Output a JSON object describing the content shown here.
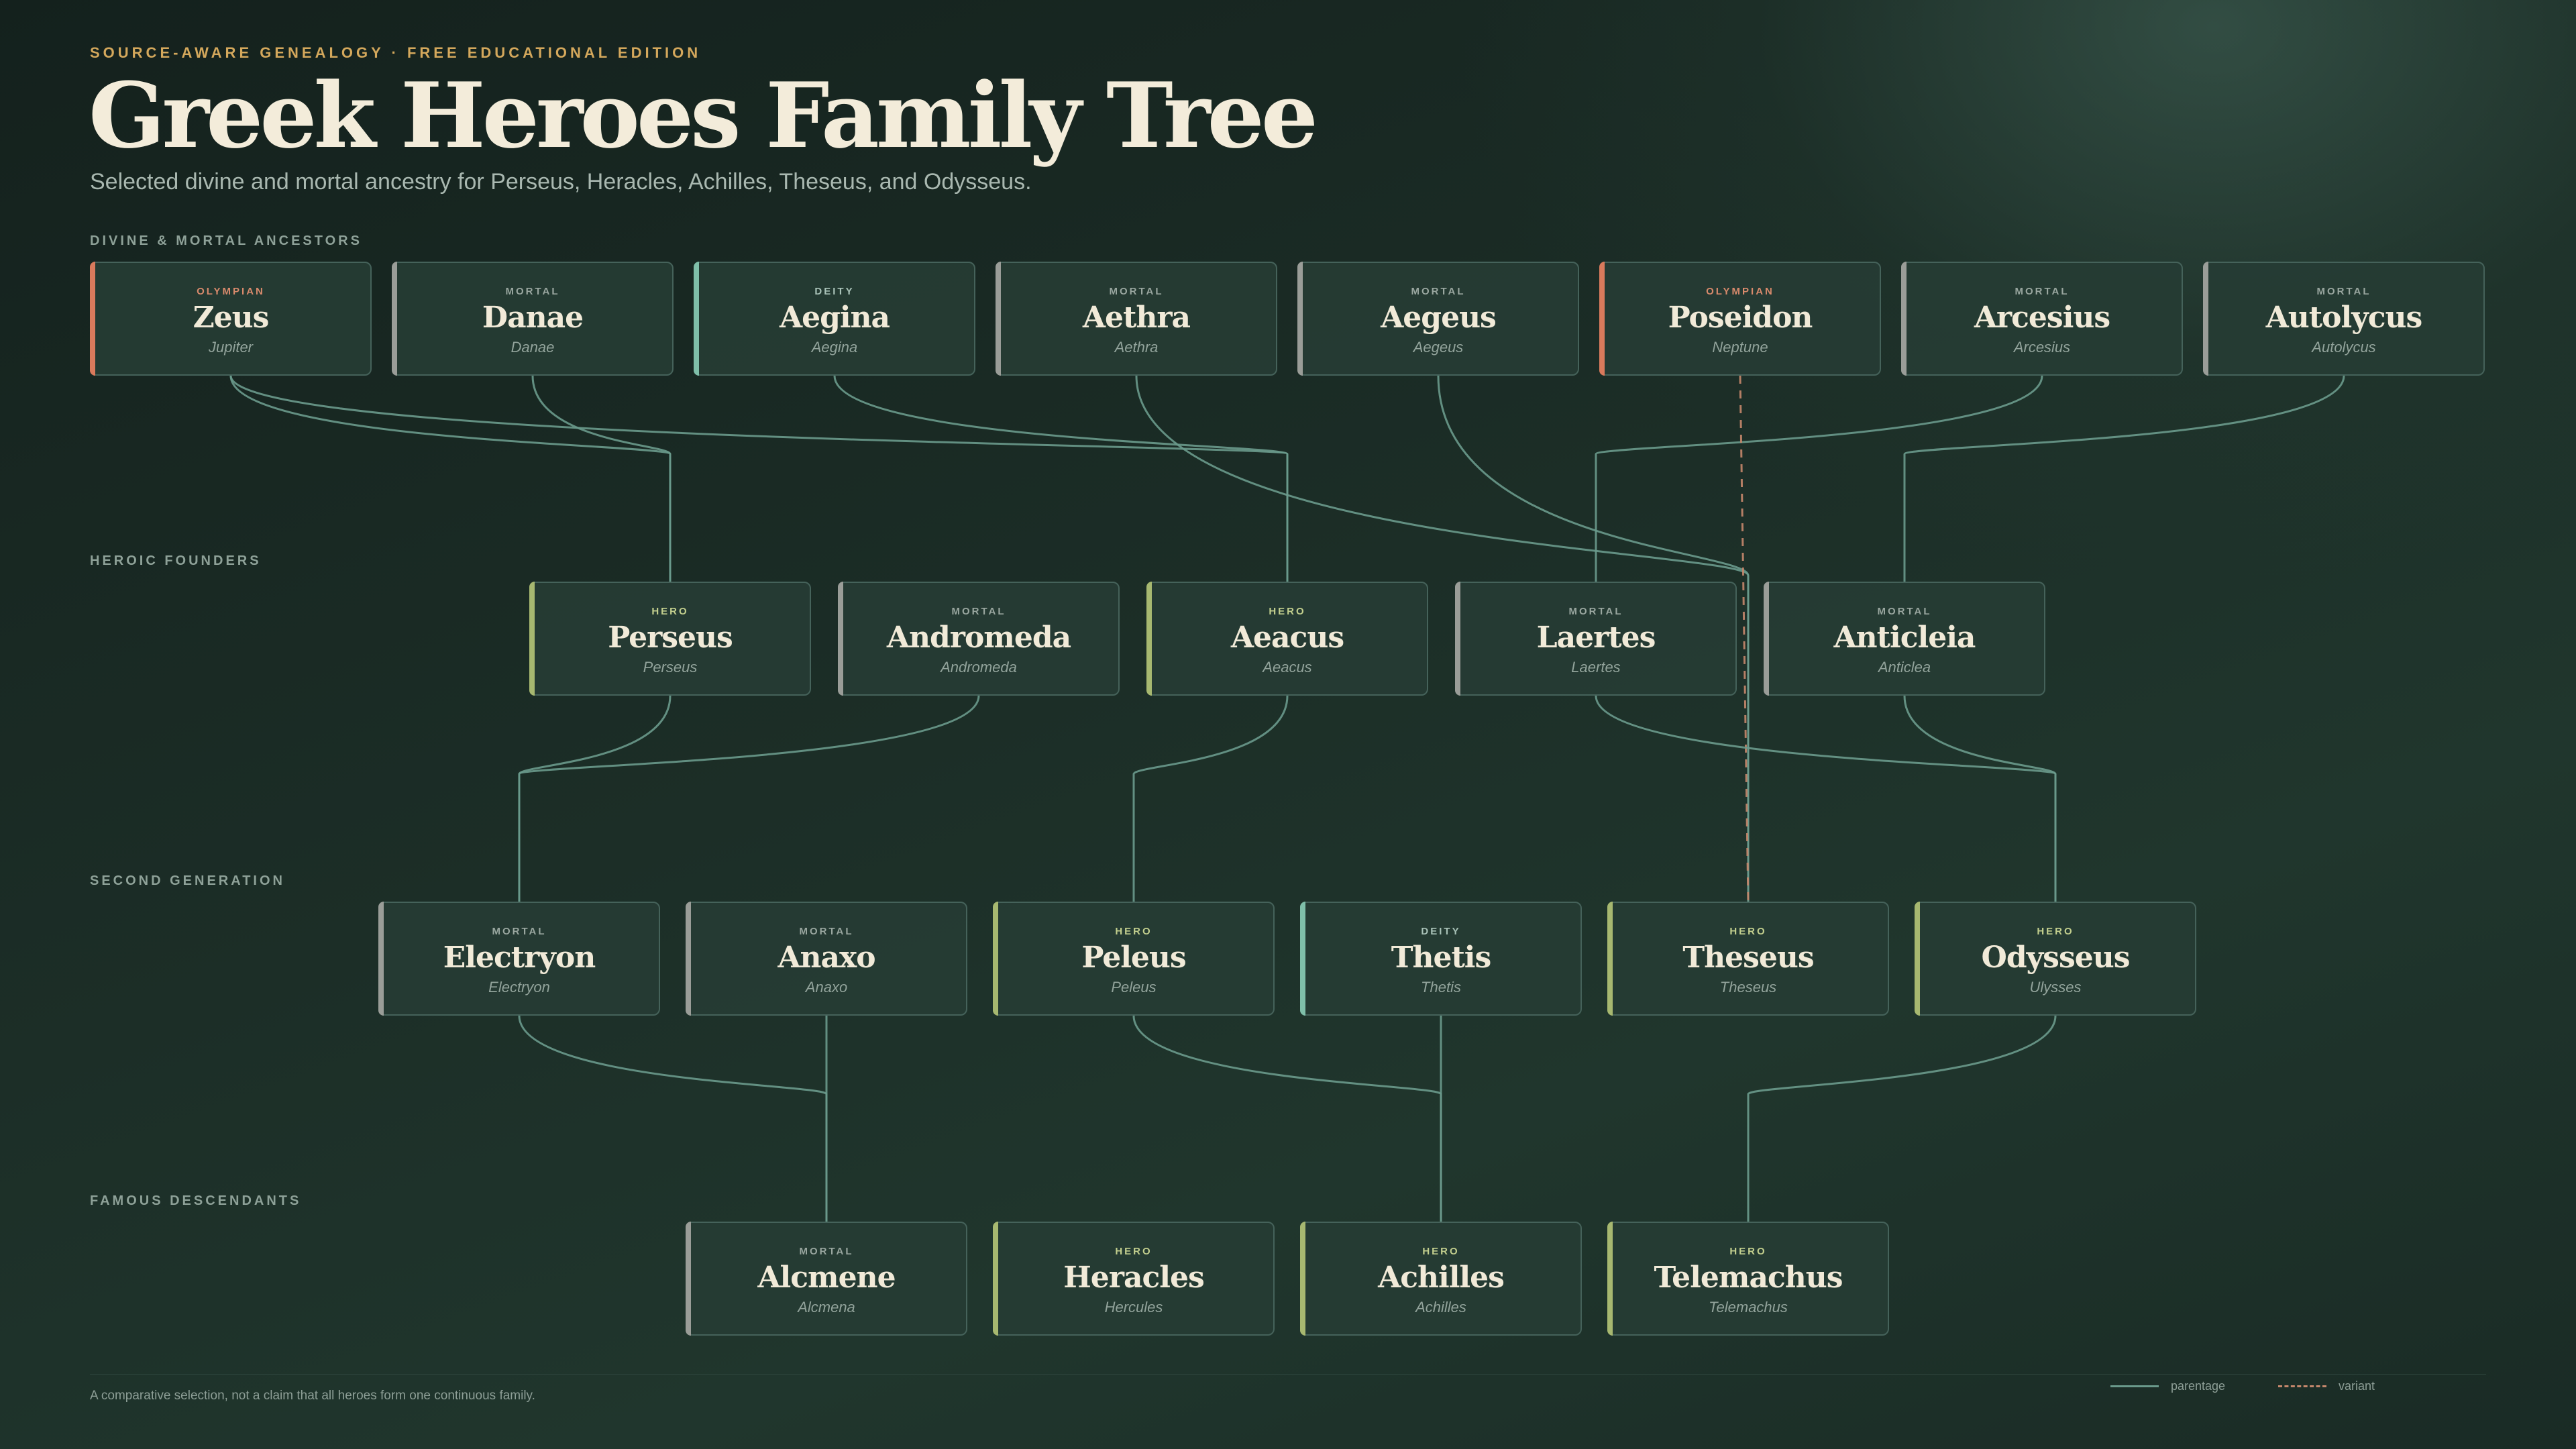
{
  "header": {
    "eyebrow": "SOURCE-AWARE GENEALOGY · FREE EDUCATIONAL EDITION",
    "title": "Greek Heroes Family Tree",
    "subtitle": "Selected divine and mortal ancestry for Perseus, Heracles, Achilles, Theseus, and Odysseus."
  },
  "generations": [
    "DIVINE & MORTAL ANCESTORS",
    "HEROIC FOUNDERS",
    "SECOND GENERATION",
    "FAMOUS DESCENDANTS"
  ],
  "role_colors": {
    "OLYMPIAN": "#d97a5c",
    "MORTAL": "#9a9d98",
    "DEITY": "#7fbfa9",
    "HERO": "#a7b870"
  },
  "role_text_colors": {
    "OLYMPIAN": "#d98a6c",
    "MORTAL": "#9aa7a0",
    "DEITY": "#a9c2b8",
    "HERO": "#c3cf8e"
  },
  "link_colors": {
    "parentage": "#6a9a8c",
    "variant": "#c5876c"
  },
  "people": [
    {
      "id": "zeus",
      "role": "OLYMPIAN",
      "name": "Zeus",
      "alt": "Jupiter"
    },
    {
      "id": "danae",
      "role": "MORTAL",
      "name": "Danae",
      "alt": "Danae"
    },
    {
      "id": "aegina",
      "role": "DEITY",
      "name": "Aegina",
      "alt": "Aegina"
    },
    {
      "id": "aethra",
      "role": "MORTAL",
      "name": "Aethra",
      "alt": "Aethra"
    },
    {
      "id": "aegeus",
      "role": "MORTAL",
      "name": "Aegeus",
      "alt": "Aegeus"
    },
    {
      "id": "poseidon",
      "role": "OLYMPIAN",
      "name": "Poseidon",
      "alt": "Neptune"
    },
    {
      "id": "arcesius",
      "role": "MORTAL",
      "name": "Arcesius",
      "alt": "Arcesius"
    },
    {
      "id": "autolycus",
      "role": "MORTAL",
      "name": "Autolycus",
      "alt": "Autolycus"
    },
    {
      "id": "perseus",
      "role": "HERO",
      "name": "Perseus",
      "alt": "Perseus"
    },
    {
      "id": "andromeda",
      "role": "MORTAL",
      "name": "Andromeda",
      "alt": "Andromeda"
    },
    {
      "id": "aeacus",
      "role": "HERO",
      "name": "Aeacus",
      "alt": "Aeacus"
    },
    {
      "id": "laertes",
      "role": "MORTAL",
      "name": "Laertes",
      "alt": "Laertes"
    },
    {
      "id": "anticleia",
      "role": "MORTAL",
      "name": "Anticleia",
      "alt": "Anticlea"
    },
    {
      "id": "electryon",
      "role": "MORTAL",
      "name": "Electryon",
      "alt": "Electryon"
    },
    {
      "id": "anaxo",
      "role": "MORTAL",
      "name": "Anaxo",
      "alt": "Anaxo"
    },
    {
      "id": "peleus",
      "role": "HERO",
      "name": "Peleus",
      "alt": "Peleus"
    },
    {
      "id": "thetis",
      "role": "DEITY",
      "name": "Thetis",
      "alt": "Thetis"
    },
    {
      "id": "theseus",
      "role": "HERO",
      "name": "Theseus",
      "alt": "Theseus"
    },
    {
      "id": "odysseus",
      "role": "HERO",
      "name": "Odysseus",
      "alt": "Ulysses"
    },
    {
      "id": "alcmene",
      "role": "MORTAL",
      "name": "Alcmene",
      "alt": "Alcmena"
    },
    {
      "id": "heracles",
      "role": "HERO",
      "name": "Heracles",
      "alt": "Hercules"
    },
    {
      "id": "achilles",
      "role": "HERO",
      "name": "Achilles",
      "alt": "Achilles"
    },
    {
      "id": "telemachus",
      "role": "HERO",
      "name": "Telemachus",
      "alt": "Telemachus"
    }
  ],
  "relations": [
    {
      "child": "perseus",
      "parents": [
        "zeus",
        "danae"
      ],
      "type": "parentage"
    },
    {
      "child": "aeacus",
      "parents": [
        "zeus",
        "aegina"
      ],
      "type": "parentage"
    },
    {
      "child": "laertes",
      "parents": [
        "arcesius"
      ],
      "type": "parentage"
    },
    {
      "child": "anticleia",
      "parents": [
        "autolycus"
      ],
      "type": "parentage"
    },
    {
      "child": "electryon",
      "parents": [
        "perseus",
        "andromeda"
      ],
      "type": "parentage"
    },
    {
      "child": "peleus",
      "parents": [
        "aeacus"
      ],
      "type": "parentage"
    },
    {
      "child": "theseus",
      "parents": [
        "aethra",
        "aegeus"
      ],
      "type": "parentage"
    },
    {
      "child": "theseus",
      "parents": [
        "poseidon"
      ],
      "type": "variant"
    },
    {
      "child": "odysseus",
      "parents": [
        "laertes",
        "anticleia"
      ],
      "type": "parentage"
    },
    {
      "child": "alcmene",
      "parents": [
        "electryon",
        "anaxo"
      ],
      "type": "parentage"
    },
    {
      "child": "achilles",
      "parents": [
        "peleus",
        "thetis"
      ],
      "type": "parentage"
    },
    {
      "child": "telemachus",
      "parents": [
        "odysseus"
      ],
      "type": "parentage"
    }
  ],
  "footer": {
    "note": "A comparative selection, not a claim that all heroes form one continuous family.",
    "legend": {
      "parentage": "parentage",
      "variant": "variant"
    }
  }
}
